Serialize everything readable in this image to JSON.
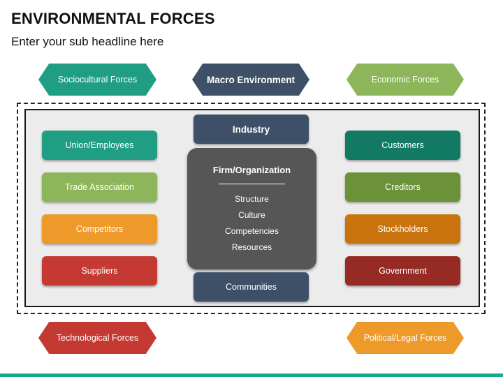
{
  "header": {
    "title": "ENVIRONMENTAL FORCES",
    "subtitle": "Enter your sub headline here"
  },
  "macro_forces": {
    "sociocultural": "Sociocultural Forces",
    "macro_environment": "Macro Environment",
    "economic": "Economic Forces",
    "technological": "Technological Forces",
    "political_legal": "Political/Legal Forces"
  },
  "left_column": [
    "Union/Employees",
    "Trade Association",
    "Competitors",
    "Suppliers"
  ],
  "right_column": [
    "Customers",
    "Creditors",
    "Stockholders",
    "Government"
  ],
  "center": {
    "industry": "Industry",
    "communities": "Communities",
    "firm": {
      "title": "Firm/Organization",
      "items": [
        "Structure",
        "Culture",
        "Competencies",
        "Resources"
      ]
    }
  },
  "colors": {
    "teal": "#1f9e84",
    "green": "#8db65a",
    "orange": "#ee9a2a",
    "red": "#c43a32",
    "navy": "#3e5068",
    "dark_teal": "#127a63",
    "olive": "#6b9238",
    "dark_orange": "#c8730e",
    "maroon": "#962a24",
    "firm_gray": "#565656",
    "accent_bar": "#1aa88a"
  }
}
